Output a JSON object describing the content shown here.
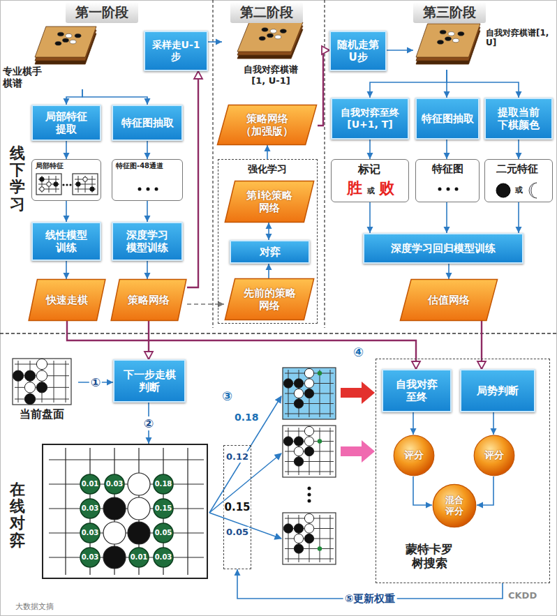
{
  "diagram": {
    "nodes": [
      {
        "text": [
          "专业棋手棋谱"
        ]
      },
      {
        "text": [
          "局部特征提取"
        ]
      },
      {
        "text": [
          "特征图抽取"
        ]
      },
      {
        "text": [
          "局部特征"
        ]
      },
      {
        "text": [
          "特征图-48通道"
        ]
      },
      {
        "text": [
          "线性模型训练"
        ]
      },
      {
        "text": [
          "深度学习模型训练"
        ]
      },
      {
        "text": [
          "快速走棋"
        ]
      },
      {
        "text": [
          "策略网络"
        ]
      },
      {
        "text": [
          "采样走U-1步"
        ]
      },
      {
        "text": [
          "自我对弈棋谱 [1, U-1]"
        ]
      },
      {
        "text": [
          "策略网络（加强版）"
        ]
      },
      {
        "text": [
          "强化学习"
        ]
      },
      {
        "text": [
          "第i轮策略网络"
        ],
        "in": 12
      },
      {
        "text": [
          "对弈"
        ],
        "in": 12
      },
      {
        "text": [
          "先前的策略网络"
        ],
        "in": 12
      },
      {
        "text": [
          "随机走第U步"
        ]
      },
      {
        "text": [
          "自我对弈棋谱[1, U]"
        ]
      },
      {
        "text": [
          "自我对弈至终[U+1, T]"
        ]
      },
      {
        "text": [
          "特征图抽取"
        ]
      },
      {
        "text": [
          "提取当前下棋颜色"
        ]
      },
      {
        "text": [
          "标记",
          "胜",
          "或",
          "败"
        ]
      },
      {
        "text": [
          "特征图"
        ]
      },
      {
        "text": [
          "二元特征",
          "或"
        ]
      },
      {
        "text": [
          "深度学习回归模型训练"
        ]
      },
      {
        "text": [
          "估值网络"
        ]
      },
      {
        "text": [
          "当前盘面"
        ]
      },
      {
        "text": [
          "下一步走棋判断"
        ]
      },
      {
        "text": [
          "0.01",
          "0.03",
          "0.18",
          "0.03",
          "0.15",
          "0.03",
          "0.05",
          "0.03",
          "0.01",
          "0.03"
        ]
      },
      {
        "text": [
          "0.12",
          "0.15",
          "0.05"
        ]
      },
      {
        "text": [
          "蒙特卡罗树搜索"
        ]
      },
      {
        "text": [
          "自我对弈至终"
        ],
        "in": 30
      },
      {
        "text": [
          "局势判断"
        ],
        "in": 30
      },
      {
        "text": [
          "评分"
        ],
        "in": 30
      },
      {
        "text": [
          "评分"
        ],
        "in": 30
      },
      {
        "text": [
          "混合评分"
        ],
        "in": 30
      }
    ],
    "edges": [
      {
        "from": 0,
        "to": 1,
        "arrow": "to"
      },
      {
        "from": 0,
        "to": 2,
        "arrow": "to"
      },
      {
        "from": 1,
        "to": 3,
        "arrow": "to"
      },
      {
        "from": 2,
        "to": 4,
        "arrow": "to"
      },
      {
        "from": 3,
        "to": 5,
        "arrow": "to"
      },
      {
        "from": 4,
        "to": 6,
        "arrow": "to"
      },
      {
        "from": 5,
        "to": 7,
        "arrow": "to"
      },
      {
        "from": 6,
        "to": 8,
        "arrow": "to"
      },
      {
        "from": 8,
        "to": 9,
        "arrow": "to"
      },
      {
        "from": 9,
        "to": 10,
        "arrow": "to"
      },
      {
        "from": 8,
        "to": 15,
        "arrow": "to"
      },
      {
        "from": 15,
        "to": 14,
        "arrow": "to"
      },
      {
        "from": 14,
        "to": 13,
        "arrow": "both"
      },
      {
        "from": 12,
        "to": 11,
        "arrow": "to"
      },
      {
        "from": 11,
        "to": 16,
        "arrow": "to"
      },
      {
        "from": 16,
        "to": 17,
        "arrow": "to"
      },
      {
        "from": 17,
        "to": 18,
        "arrow": "to"
      },
      {
        "from": 17,
        "to": 19,
        "arrow": "to"
      },
      {
        "from": 17,
        "to": 20,
        "arrow": "to"
      },
      {
        "from": 18,
        "to": 21,
        "arrow": "to"
      },
      {
        "from": 19,
        "to": 22,
        "arrow": "to"
      },
      {
        "from": 20,
        "to": 23,
        "arrow": "to"
      },
      {
        "from": 21,
        "to": 24,
        "arrow": "to"
      },
      {
        "from": 22,
        "to": 24,
        "arrow": "to"
      },
      {
        "from": 23,
        "to": 24,
        "arrow": "to"
      },
      {
        "from": 24,
        "to": 25,
        "arrow": "to"
      },
      {
        "from": 7,
        "to": 31,
        "arrow": "to"
      },
      {
        "from": 8,
        "to": 27,
        "arrow": "to"
      },
      {
        "from": 25,
        "to": 32,
        "arrow": "to"
      },
      {
        "from": 26,
        "to": 27,
        "arrow": "to",
        "label": "①"
      },
      {
        "from": 27,
        "to": 28,
        "arrow": "to",
        "label": "②"
      },
      {
        "from": 31,
        "to": 33,
        "arrow": "to"
      },
      {
        "from": 32,
        "to": 34,
        "arrow": "to"
      },
      {
        "from": 33,
        "to": 35,
        "arrow": "to"
      },
      {
        "from": 34,
        "to": 35,
        "arrow": "to"
      },
      {
        "from": 30,
        "to": 29,
        "arrow": "to",
        "label": "⑤更新权重"
      }
    ],
    "labels": [
      "第一阶段",
      "第二阶段",
      "第三阶段",
      "线下学习",
      "在线对弈",
      "③",
      "0.18",
      "④",
      "大数据文摘",
      "CKDD"
    ]
  }
}
